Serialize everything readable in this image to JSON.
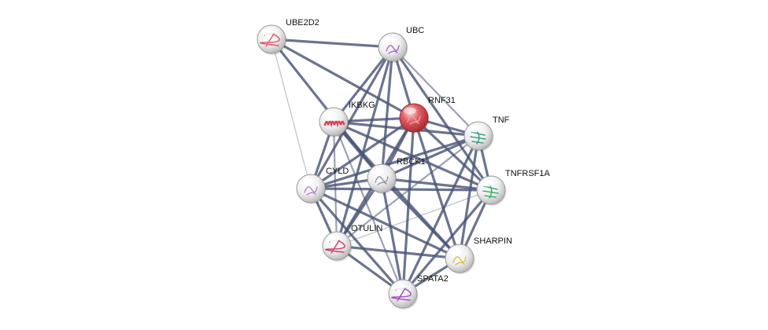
{
  "network": {
    "nodes": [
      {
        "id": "UBE2D2",
        "label": "UBE2D2",
        "query": false,
        "structure_color": "#e06070",
        "motif": "ribbon"
      },
      {
        "id": "UBC",
        "label": "UBC",
        "query": false,
        "structure_color": "#a060c8",
        "motif": "coil"
      },
      {
        "id": "IKBKG",
        "label": "IKBKG",
        "query": false,
        "structure_color": "#e04050",
        "motif": "helix"
      },
      {
        "id": "RNF31",
        "label": "RNF31",
        "query": true,
        "structure_color": "#f0a0a8",
        "motif": "coil"
      },
      {
        "id": "TNF",
        "label": "TNF",
        "query": false,
        "structure_color": "#40a080",
        "motif": "sheet"
      },
      {
        "id": "CYLD",
        "label": "CYLD",
        "query": false,
        "structure_color": "#b080d0",
        "motif": "coil"
      },
      {
        "id": "RBCK1",
        "label": "RBCK1",
        "query": false,
        "structure_color": "#9090a0",
        "motif": "coil"
      },
      {
        "id": "TNFRSF1A",
        "label": "TNFRSF1A",
        "query": false,
        "structure_color": "#40b070",
        "motif": "sheet"
      },
      {
        "id": "OTULIN",
        "label": "OTULIN",
        "query": false,
        "structure_color": "#d04070",
        "motif": "ribbon"
      },
      {
        "id": "SHARPIN",
        "label": "SHARPIN",
        "query": false,
        "structure_color": "#d8c040",
        "motif": "coil"
      },
      {
        "id": "SPATA2",
        "label": "SPATA2",
        "query": false,
        "structure_color": "#a050c0",
        "motif": "ribbon"
      }
    ],
    "edges": [
      {
        "a": "UBE2D2",
        "b": "UBC",
        "strength": "strong"
      },
      {
        "a": "UBE2D2",
        "b": "RNF31",
        "strength": "strong"
      },
      {
        "a": "UBE2D2",
        "b": "RBCK1",
        "strength": "strong"
      },
      {
        "a": "UBE2D2",
        "b": "CYLD",
        "strength": "weak"
      },
      {
        "a": "UBC",
        "b": "IKBKG",
        "strength": "strong"
      },
      {
        "a": "UBC",
        "b": "RNF31",
        "strength": "strong"
      },
      {
        "a": "UBC",
        "b": "TNF",
        "strength": "medium"
      },
      {
        "a": "UBC",
        "b": "CYLD",
        "strength": "strong"
      },
      {
        "a": "UBC",
        "b": "RBCK1",
        "strength": "strong"
      },
      {
        "a": "UBC",
        "b": "TNFRSF1A",
        "strength": "strong"
      },
      {
        "a": "UBC",
        "b": "OTULIN",
        "strength": "strong"
      },
      {
        "a": "IKBKG",
        "b": "RNF31",
        "strength": "strong"
      },
      {
        "a": "IKBKG",
        "b": "TNF",
        "strength": "strong"
      },
      {
        "a": "IKBKG",
        "b": "CYLD",
        "strength": "strong"
      },
      {
        "a": "IKBKG",
        "b": "RBCK1",
        "strength": "strong"
      },
      {
        "a": "IKBKG",
        "b": "TNFRSF1A",
        "strength": "strong"
      },
      {
        "a": "IKBKG",
        "b": "OTULIN",
        "strength": "medium"
      },
      {
        "a": "IKBKG",
        "b": "SHARPIN",
        "strength": "strong"
      },
      {
        "a": "IKBKG",
        "b": "SPATA2",
        "strength": "medium"
      },
      {
        "a": "RNF31",
        "b": "TNF",
        "strength": "strong"
      },
      {
        "a": "RNF31",
        "b": "CYLD",
        "strength": "strong"
      },
      {
        "a": "RNF31",
        "b": "RBCK1",
        "strength": "strong"
      },
      {
        "a": "RNF31",
        "b": "TNFRSF1A",
        "strength": "strong"
      },
      {
        "a": "RNF31",
        "b": "OTULIN",
        "strength": "strong"
      },
      {
        "a": "RNF31",
        "b": "SHARPIN",
        "strength": "strong"
      },
      {
        "a": "RNF31",
        "b": "SPATA2",
        "strength": "strong"
      },
      {
        "a": "TNF",
        "b": "CYLD",
        "strength": "strong"
      },
      {
        "a": "TNF",
        "b": "RBCK1",
        "strength": "strong"
      },
      {
        "a": "TNF",
        "b": "TNFRSF1A",
        "strength": "strong"
      },
      {
        "a": "TNF",
        "b": "OTULIN",
        "strength": "medium"
      },
      {
        "a": "TNF",
        "b": "SHARPIN",
        "strength": "strong"
      },
      {
        "a": "TNF",
        "b": "SPATA2",
        "strength": "strong"
      },
      {
        "a": "CYLD",
        "b": "RBCK1",
        "strength": "strong"
      },
      {
        "a": "CYLD",
        "b": "TNFRSF1A",
        "strength": "strong"
      },
      {
        "a": "CYLD",
        "b": "OTULIN",
        "strength": "strong"
      },
      {
        "a": "CYLD",
        "b": "SHARPIN",
        "strength": "strong"
      },
      {
        "a": "CYLD",
        "b": "SPATA2",
        "strength": "strong"
      },
      {
        "a": "RBCK1",
        "b": "TNFRSF1A",
        "strength": "strong"
      },
      {
        "a": "RBCK1",
        "b": "OTULIN",
        "strength": "strong"
      },
      {
        "a": "RBCK1",
        "b": "SHARPIN",
        "strength": "strong"
      },
      {
        "a": "RBCK1",
        "b": "SPATA2",
        "strength": "strong"
      },
      {
        "a": "TNFRSF1A",
        "b": "SHARPIN",
        "strength": "strong"
      },
      {
        "a": "TNFRSF1A",
        "b": "SPATA2",
        "strength": "strong"
      },
      {
        "a": "TNFRSF1A",
        "b": "OTULIN",
        "strength": "weak"
      },
      {
        "a": "OTULIN",
        "b": "SHARPIN",
        "strength": "strong"
      },
      {
        "a": "OTULIN",
        "b": "SPATA2",
        "strength": "strong"
      },
      {
        "a": "SHARPIN",
        "b": "SPATA2",
        "strength": "strong"
      }
    ],
    "colors": {
      "edge": "#4a5577",
      "node_fill": "#eeeeee",
      "node_outline": "#9a9a9a",
      "query_fill": "#d94a52",
      "query_outline": "#9a2a30",
      "label": "#111111"
    }
  }
}
